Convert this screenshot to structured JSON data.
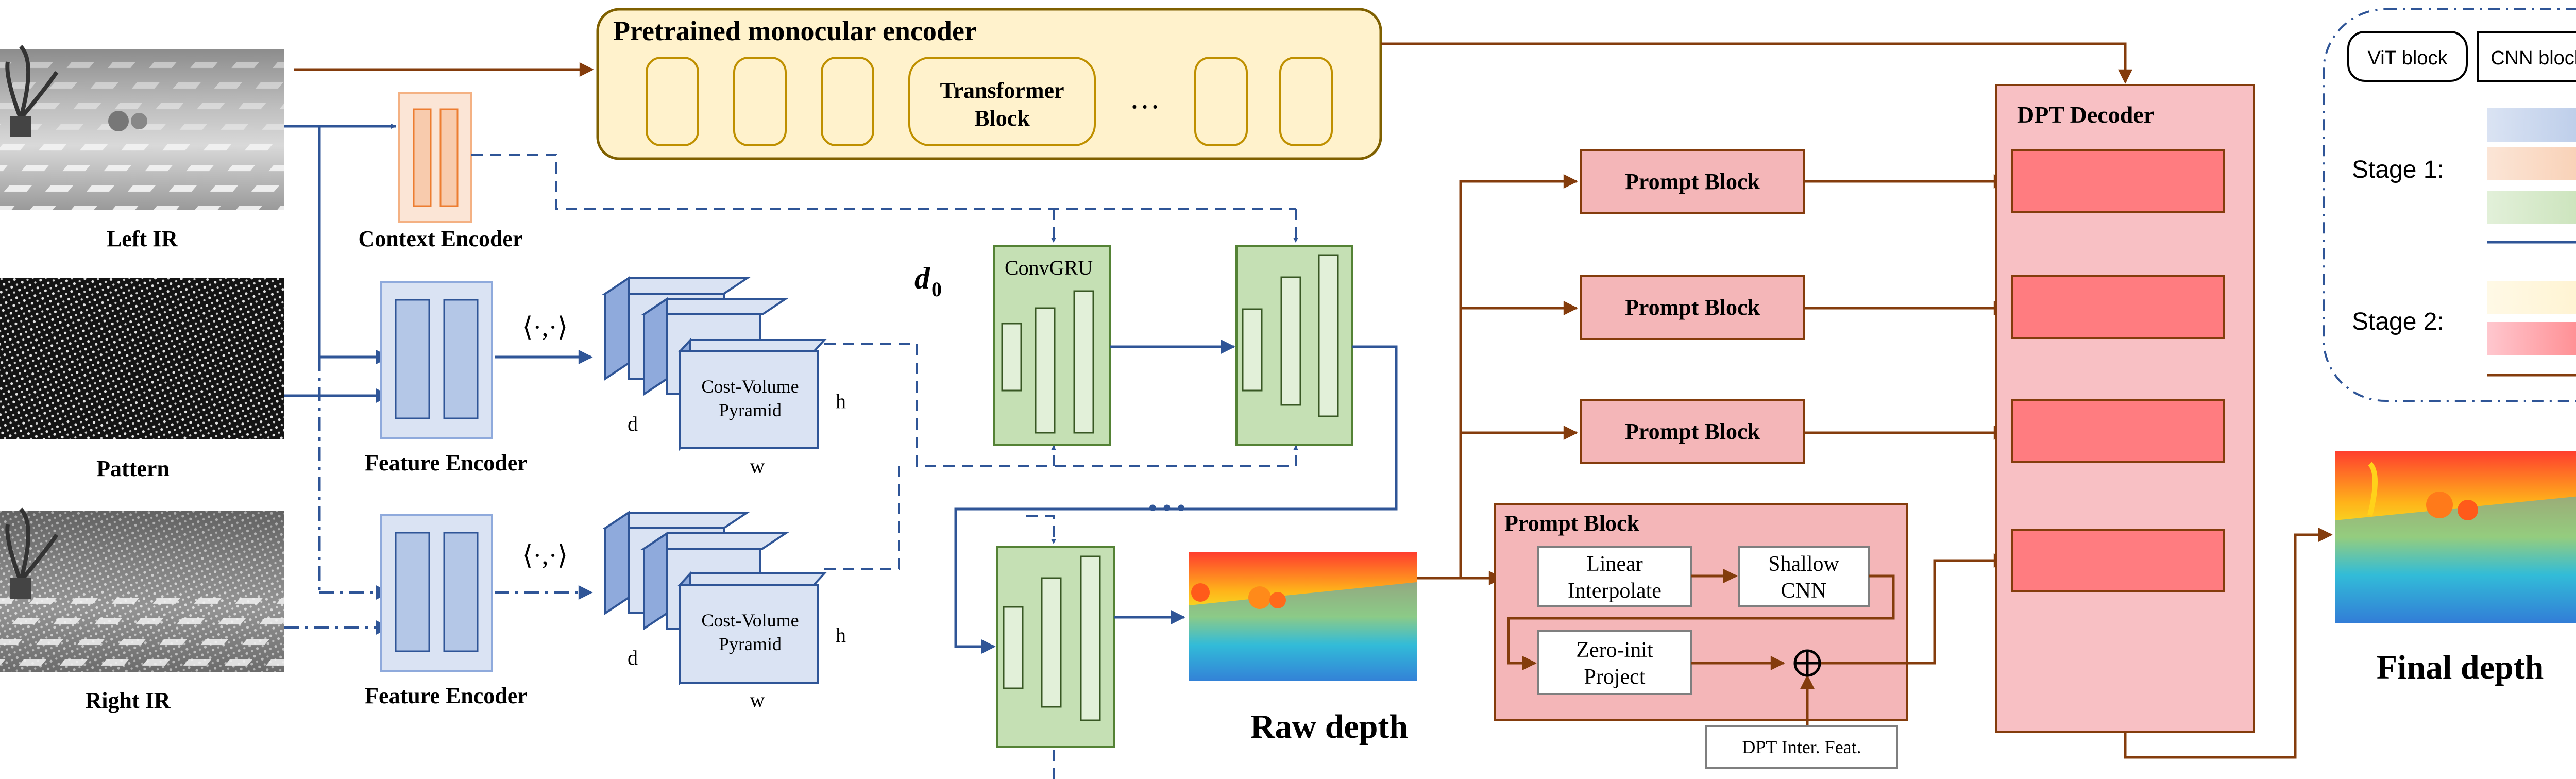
{
  "inputs": {
    "left_ir": "Left IR",
    "pattern": "Pattern",
    "right_ir": "Right IR"
  },
  "encoders": {
    "context": "Context Encoder",
    "feature_top": "Feature Encoder",
    "feature_bottom": "Feature Encoder"
  },
  "correlation_symbol": "⟨·,·⟩",
  "cost_volume": {
    "label_line1": "Cost-Volume",
    "label_line2": "Pyramid",
    "dim_d": "d",
    "dim_h": "h",
    "dim_w": "w"
  },
  "mono_encoder": {
    "title": "Pretrained monocular encoder",
    "block_line1": "Transformer",
    "block_line2": "Block",
    "ellipsis": "…"
  },
  "gru": {
    "label": "ConvGRU",
    "init_symbol": "d",
    "init_subscript": "0",
    "ellipsis": "• • •"
  },
  "raw_depth": "Raw depth",
  "prompt_blocks": [
    "Prompt Block",
    "Prompt Block",
    "Prompt Block"
  ],
  "prompt_detail": {
    "title": "Prompt Block",
    "linear_line1": "Linear",
    "linear_line2": "Interpolate",
    "shallow_line1": "Shallow",
    "shallow_line2": "CNN",
    "zero_line1": "Zero-init",
    "zero_line2": "Project",
    "dpt_feat": "DPT Inter. Feat."
  },
  "decoder": {
    "title": "DPT Decoder"
  },
  "final_depth": "Final depth",
  "legend": {
    "vit": "ViT block",
    "cnn": "CNN block",
    "stage1": "Stage 1:",
    "stage2": "Stage 2:"
  },
  "colors": {
    "blue_arrow": "#2f5597",
    "brown_arrow": "#843c0c",
    "encoder_blue": "#b4c7e7",
    "context_orange": "#f8cbad",
    "gru_green": "#c5e0b4",
    "mono_yellow": "#fff2cc",
    "prompt_pink": "#f4b6b8",
    "decoder_pink": "#f8c0c4",
    "decoder_slot": "#ff7c80"
  }
}
